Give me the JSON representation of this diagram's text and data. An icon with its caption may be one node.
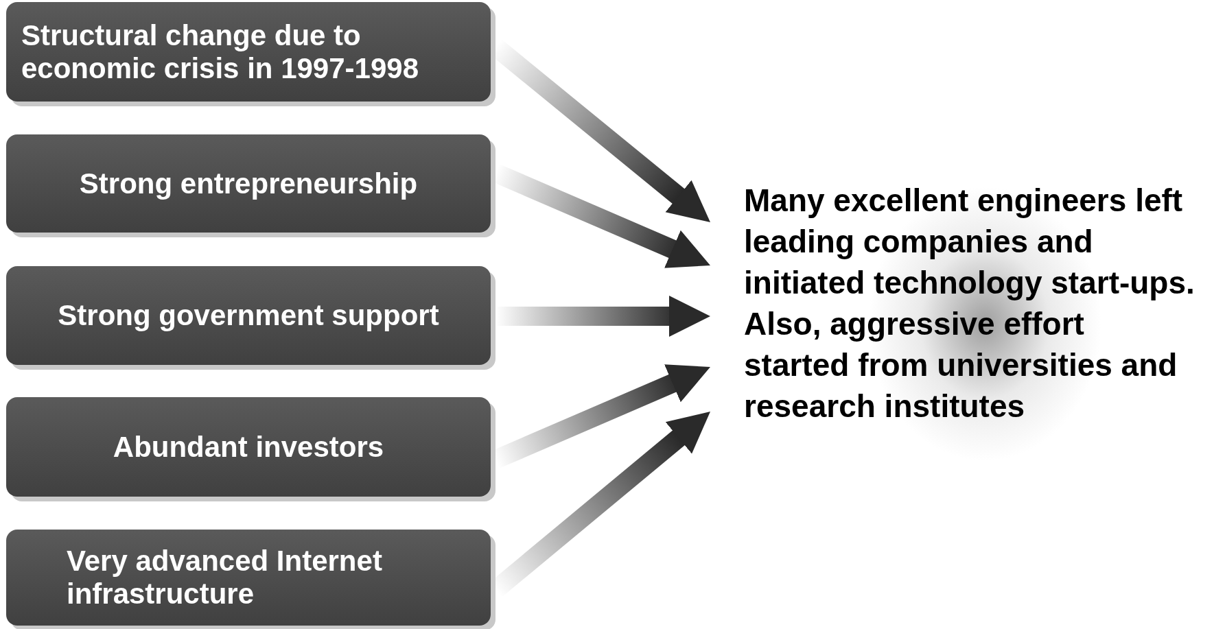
{
  "diagram": {
    "nodes": [
      {
        "text": [
          "Structural change due to economic crisis in 1997-1998"
        ]
      },
      {
        "text": [
          "Strong entrepreneurship"
        ]
      },
      {
        "text": [
          "Strong government support"
        ]
      },
      {
        "text": [
          "Abundant investors"
        ]
      },
      {
        "text": [
          "Very advanced Internet infrastructure"
        ]
      },
      {
        "text": [
          "Many excellent engineers left leading companies and initiated technology start-ups.  Also, aggressive effort started from universities and research institutes"
        ]
      }
    ],
    "edges": [
      {
        "from": 0,
        "to": 5,
        "arrow": "to"
      },
      {
        "from": 1,
        "to": 5,
        "arrow": "to"
      },
      {
        "from": 2,
        "to": 5,
        "arrow": "to"
      },
      {
        "from": 3,
        "to": 5,
        "arrow": "to"
      },
      {
        "from": 4,
        "to": 5,
        "arrow": "to"
      }
    ]
  }
}
